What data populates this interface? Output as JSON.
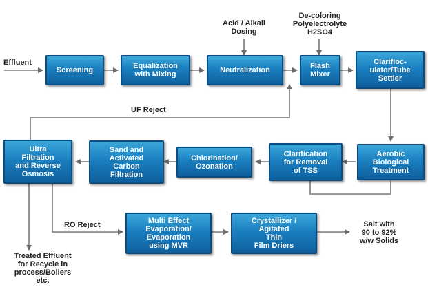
{
  "diagram": {
    "inputs": {
      "effluent": "Effluent",
      "acid_alkali": "Acid / Alkali\nDosing",
      "decoloring": "De-coloring\nPolyelectrolyte\nH2SO4"
    },
    "flow_labels": {
      "uf_reject": "UF Reject",
      "ro_reject": "RO Reject"
    },
    "steps": {
      "screening": "Screening",
      "equalization": "Equalization\nwith Mixing",
      "neutralization": "Neutralization",
      "flash_mixer": "Flash\nMixer",
      "clarifloc": "Clarifloc-\nulator/Tube\nSettler",
      "aerobic": "Aerobic\nBiological\nTreatment",
      "clarification": "Clarification\nfor Removal\nof TSS",
      "chlorination": "Chlorination/\nOzonation",
      "sand": "Sand and\nActivated\nCarbon\nFiltration",
      "ultra": "Ultra\nFiltration\nand Reverse\nOsmosis",
      "multi_effect": "Multi Effect\nEvaporation/\nEvaporation\nusing MVR",
      "crystallizer": "Crystallizer /\nAgitated\nThin\nFilm Driers"
    },
    "outputs": {
      "treated": "Treated Effluent\nfor Recycle in\nprocess/Boilers\netc.",
      "salt": "Salt with\n90 to 92%\nw/w Solids"
    }
  }
}
